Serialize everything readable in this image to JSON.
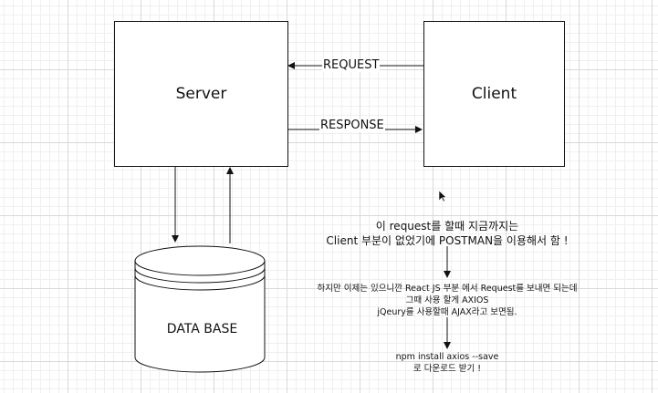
{
  "nodes": {
    "server": "Server",
    "client": "Client",
    "database": "DATA BASE"
  },
  "edges": {
    "request": "REQUEST",
    "response": "RESPONSE"
  },
  "notes": {
    "note1": [
      "이 request를 할때 지금까지는",
      "Client 부분이 없었기에    POSTMAN을 이용해서 함 !"
    ],
    "note2": [
      "하지만 이제는 있으니깐 React JS 부분 에서   Request를 보내면 되는데",
      "그때 사용 할게  AXIOS",
      "jQeury를 사용할때 AJAX라고 보면됨."
    ],
    "note3": [
      "npm install axios --save",
      "로  다운로드 받기 !"
    ]
  }
}
